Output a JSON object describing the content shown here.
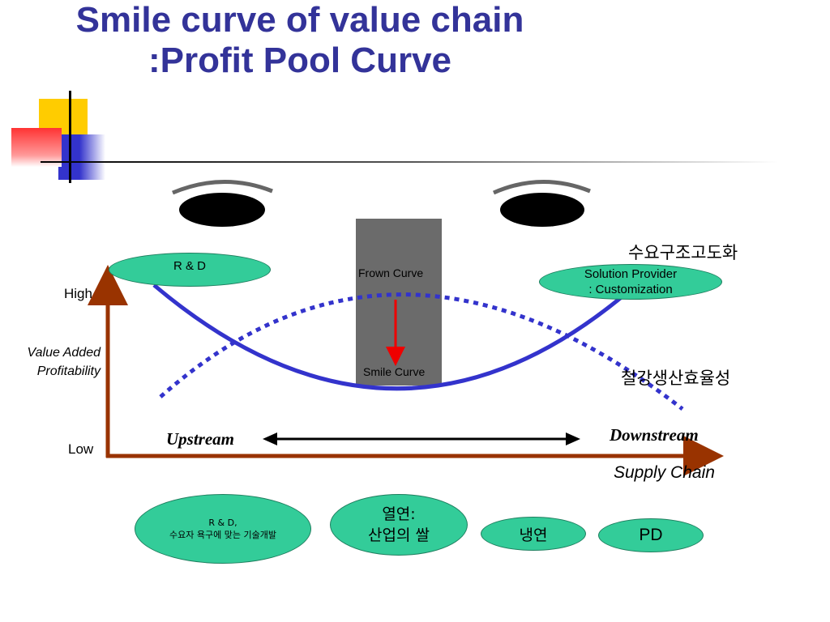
{
  "title": {
    "line1": "Smile curve of value chain",
    "line2": ":Profit Pool Curve"
  },
  "axis": {
    "high": "High",
    "low": "Low",
    "ylabel_line1": "Value Added",
    "ylabel_line2": "Profitability",
    "xlabel": "Supply Chain"
  },
  "curve_labels": {
    "frown": "Frown Curve",
    "smile": "Smile Curve"
  },
  "top_ovals": {
    "rd": "R & D",
    "solution_line1": "Solution Provider",
    "solution_line2": ": Customization"
  },
  "korean_labels": {
    "demand": "수요구조고도화",
    "steel": "철강생산효율성"
  },
  "stream": {
    "upstream": "Upstream",
    "downstream": "Downstream"
  },
  "bottom_ovals": {
    "rd_line1": "R & D,",
    "rd_line2": "수요자 욕구에 맞는 기술개발",
    "hot_line1": "열연:",
    "hot_line2": "산업의 쌀",
    "cold": "냉연",
    "pd": "PD"
  },
  "colors": {
    "title": "#333399",
    "smile_curve": "#3333cc",
    "axis": "#993300",
    "oval_fill": "#33cc99",
    "frown_box": "#6b6b6b",
    "arrow": "#ee0000"
  }
}
